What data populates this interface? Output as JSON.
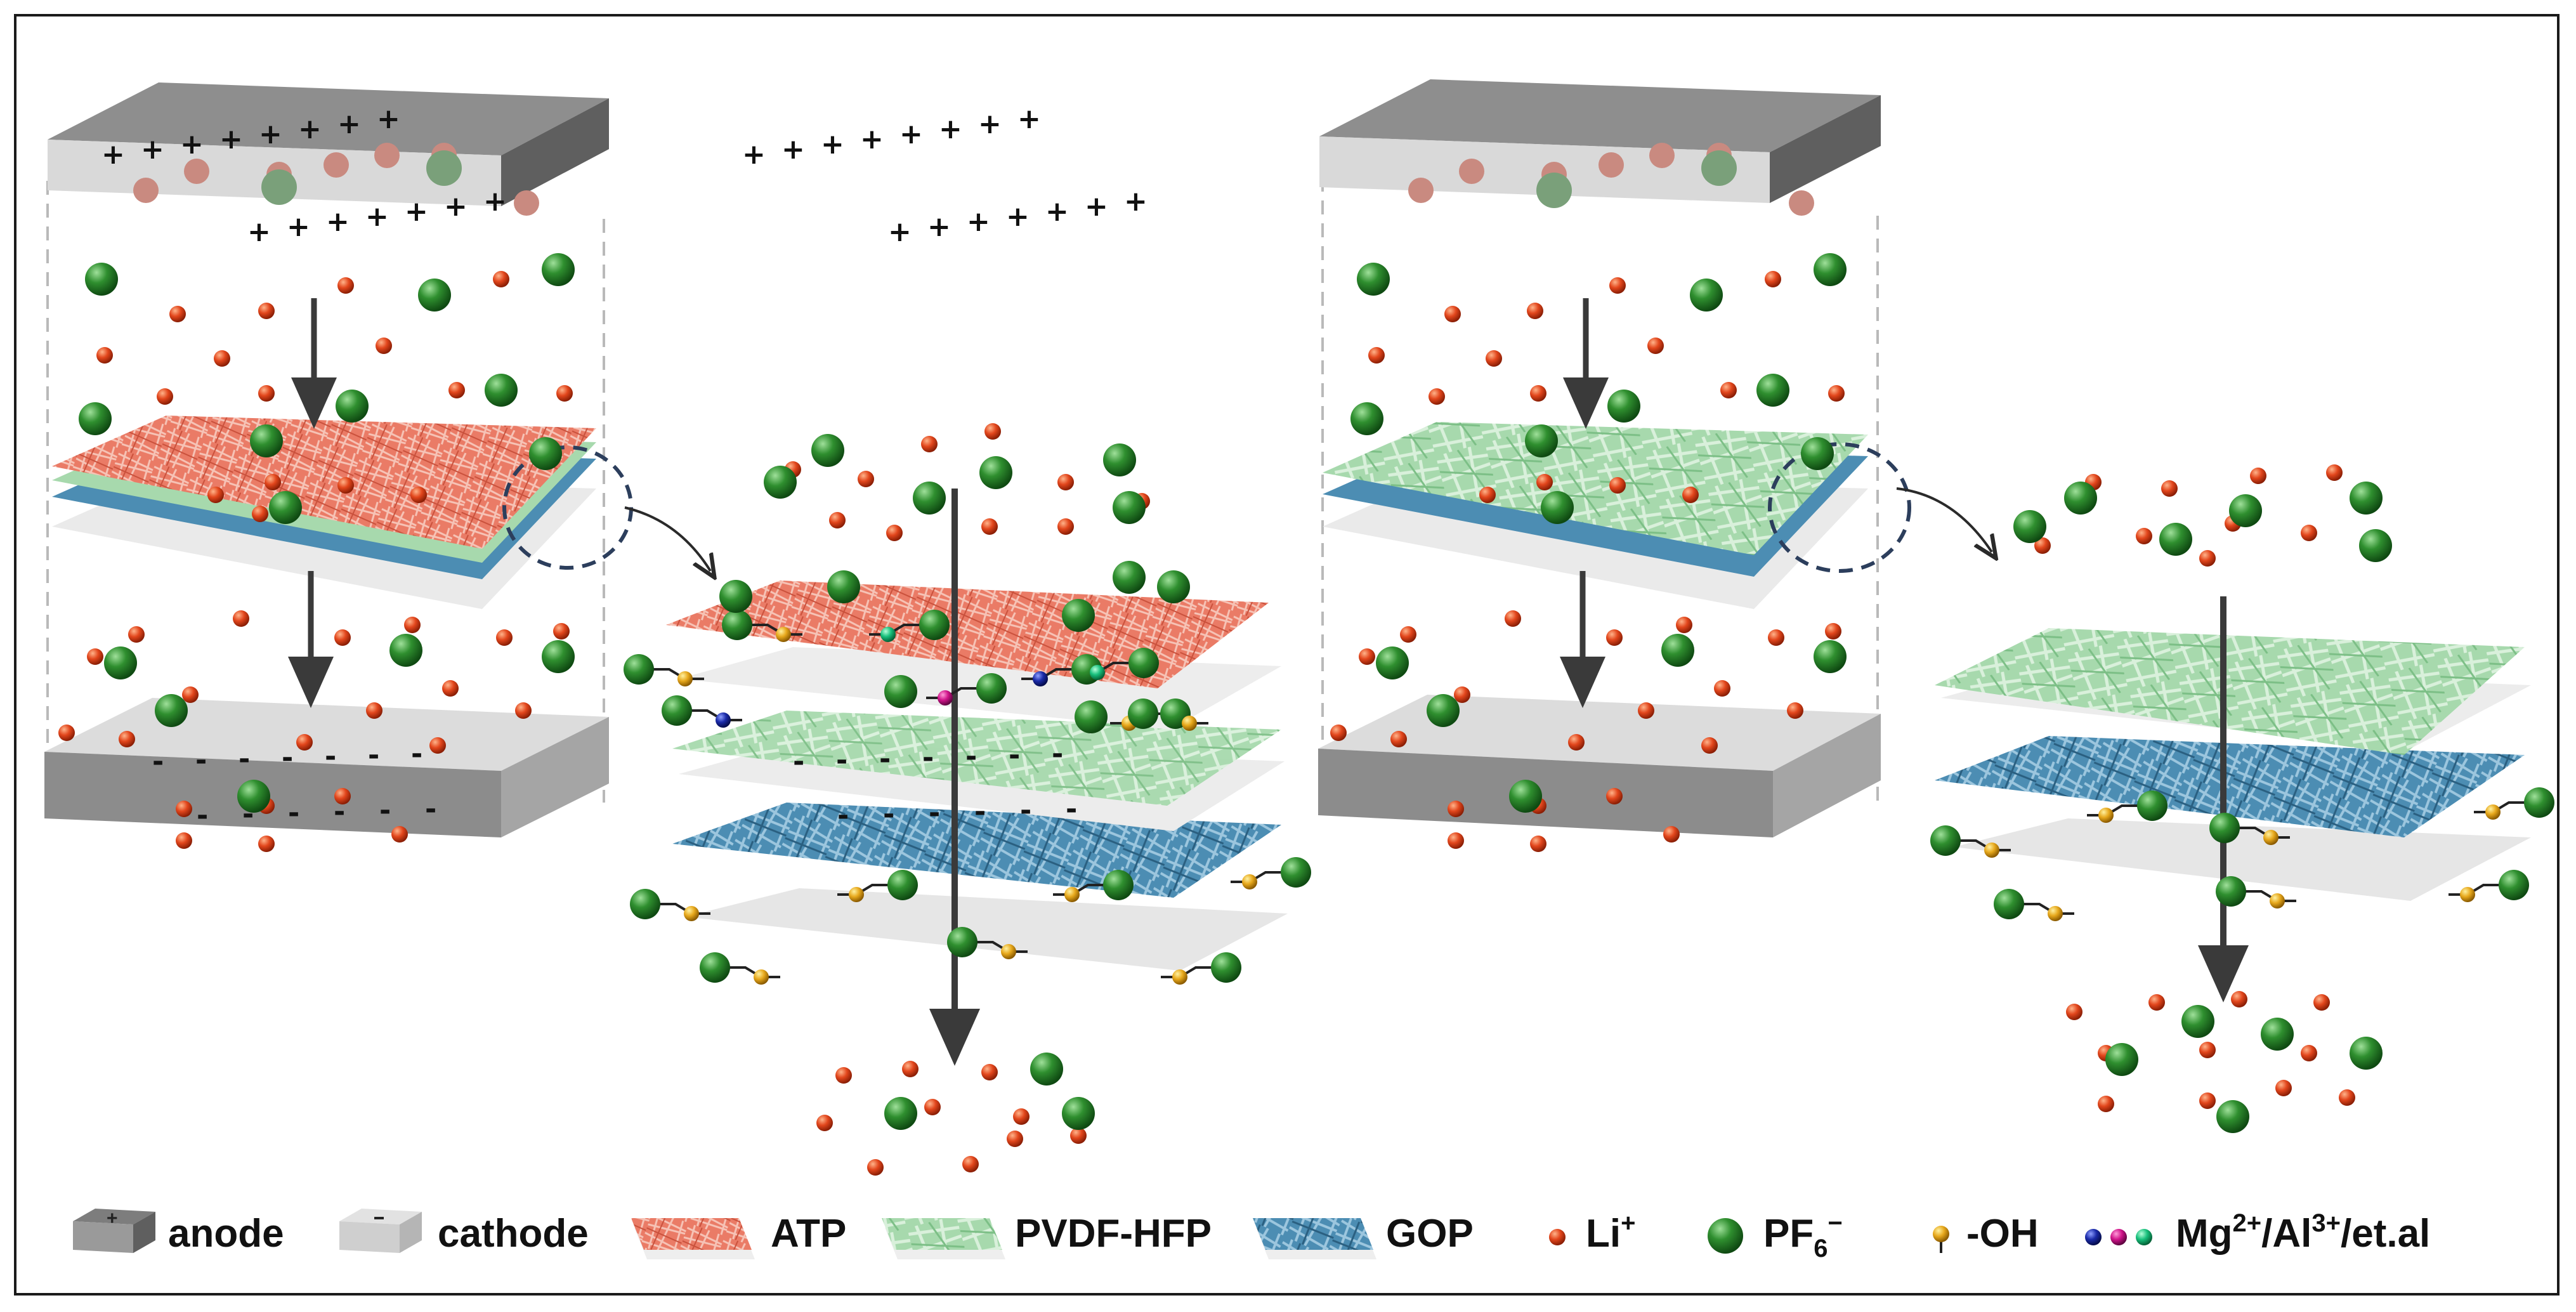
{
  "figure": {
    "panels": [
      {
        "id": "left",
        "layers": [
          "ATP",
          "PVDF-HFP",
          "GOP"
        ]
      },
      {
        "id": "right",
        "layers": [
          "PVDF-HFP",
          "GOP"
        ]
      }
    ],
    "electrode_marks": {
      "anode": "+",
      "cathode": "-"
    }
  },
  "legend": {
    "anode": "anode",
    "cathode": "cathode",
    "atp": "ATP",
    "pvdf": "PVDF-HFP",
    "gop": "GOP",
    "li": "Li",
    "li_sup": "+",
    "pf6": "PF",
    "pf6_sub": "6",
    "pf6_sup": "−",
    "oh": "-OH",
    "mg": "Mg",
    "mg_sup": "2+",
    "al": "/Al",
    "al_sup": "3+",
    "etal": "/et.al"
  },
  "colors": {
    "li": "#e2461c",
    "pf6": "#2e8b2e",
    "oh": "#e7a81c",
    "mg": "#1a2aa8",
    "al": "#d0148a",
    "ion3": "#18c07c",
    "atp": "#e6705a",
    "pvdf": "#9fd6a8",
    "gop": "#4f8fb4",
    "anode": "#8f8f8f",
    "cathode": "#dcdcdc"
  }
}
